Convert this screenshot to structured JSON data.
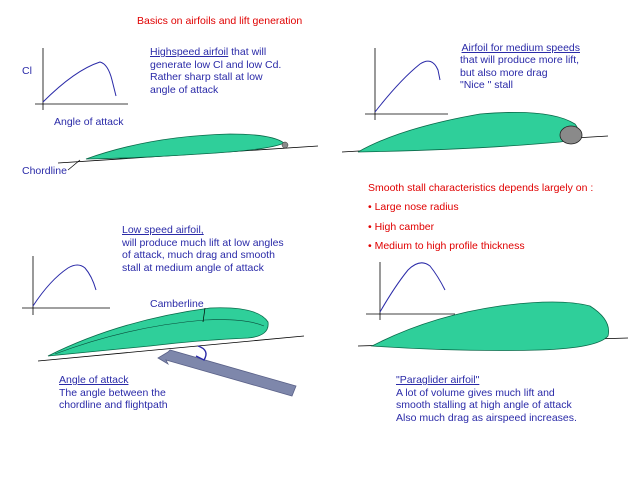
{
  "title": "Basics on airfoils and lift generation",
  "panel_highspeed": {
    "cl_label": "Cl",
    "heading": "Highspeed airfoil",
    "heading_rest": " that will",
    "lines": [
      "generate low Cl and low Cd.",
      "Rather sharp stall at low",
      "angle of attack"
    ],
    "x_axis_label": "Angle of attack",
    "chordline_label": "Chordline"
  },
  "panel_medium": {
    "heading": "Airfoil for medium speeds",
    "lines": [
      "that will produce more lift,",
      "but also more drag",
      "\"Nice \" stall"
    ]
  },
  "smooth_stall": {
    "intro": "Smooth stall characteristics depends largely on :",
    "bullets": [
      "Large nose radius",
      "High camber",
      "Medium to high profile thickness"
    ]
  },
  "panel_lowspeed": {
    "heading": "Low speed airfoil,",
    "lines": [
      "will produce much lift at low angles",
      "of attack, much drag and smooth",
      "stall at medium angle of attack"
    ],
    "camberline_label": "Camberline"
  },
  "angle_of_attack": {
    "heading": "Angle of attack",
    "lines": [
      "The angle between the",
      "chordline and flightpath"
    ]
  },
  "panel_paraglider": {
    "heading": "\"Paraglider airfoil\"",
    "lines": [
      "A lot of volume gives much lift and",
      "smooth stalling at high angle of attack",
      "Also much drag as airspeed increases."
    ]
  },
  "colors": {
    "text_blue": "#2a2aa8",
    "text_red": "#e00000",
    "airfoil_fill": "#2fcf9a",
    "nose_gray": "#8a8a8a",
    "arrow_fill": "#7e87ab"
  }
}
